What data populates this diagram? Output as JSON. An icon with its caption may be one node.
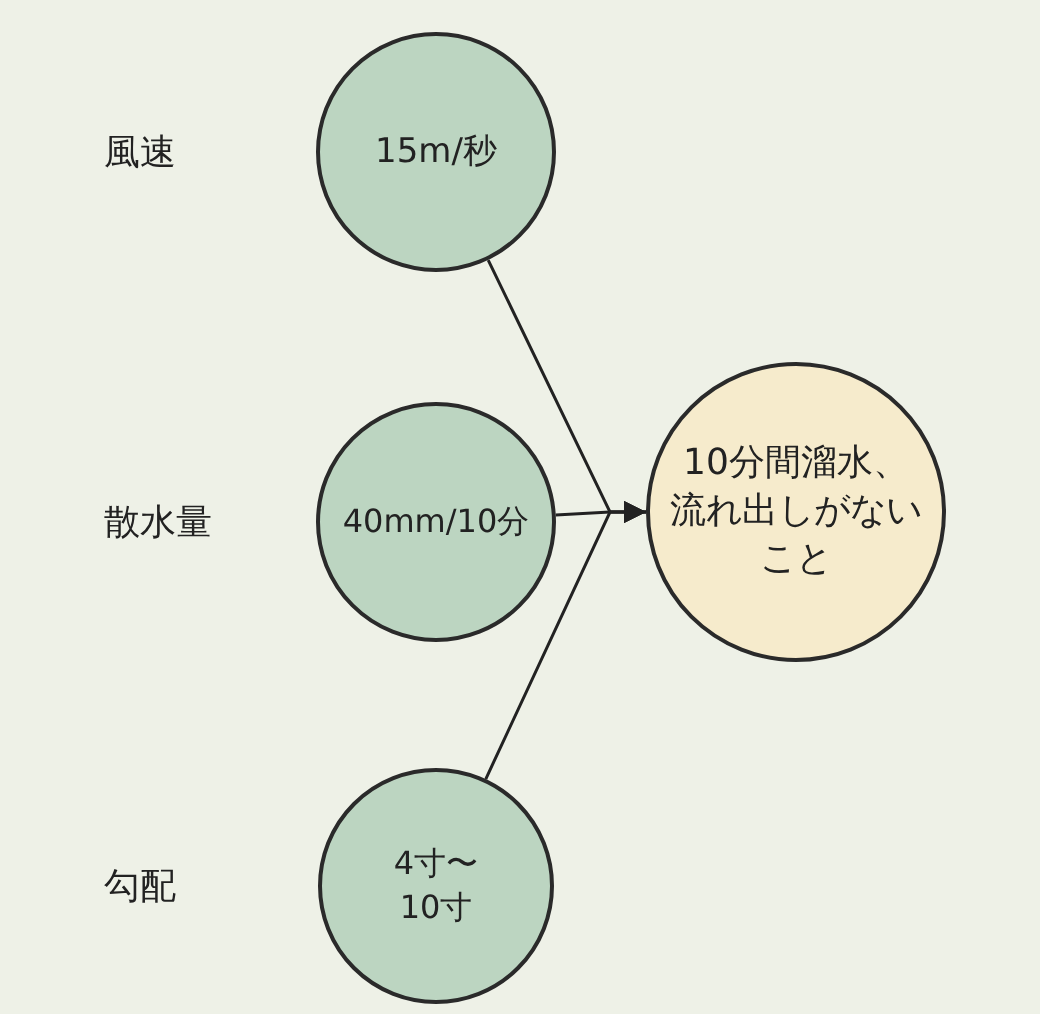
{
  "diagram": {
    "nodes": [
      {
        "text": [
          "15m/秒"
        ],
        "beside": [
          "風速"
        ]
      },
      {
        "text": [
          "40mm/10分"
        ],
        "beside": [
          "散水量"
        ]
      },
      {
        "text": [
          "4寸〜10寸"
        ],
        "beside": [
          "勾配"
        ]
      },
      {
        "text": [
          "10分間溜水、流れ出しがないこと"
        ]
      }
    ],
    "edges": [
      {
        "from": 0,
        "to": 3,
        "arrow": "to"
      },
      {
        "from": 1,
        "to": 3,
        "arrow": "to"
      },
      {
        "from": 2,
        "to": 3,
        "arrow": "to"
      }
    ]
  }
}
